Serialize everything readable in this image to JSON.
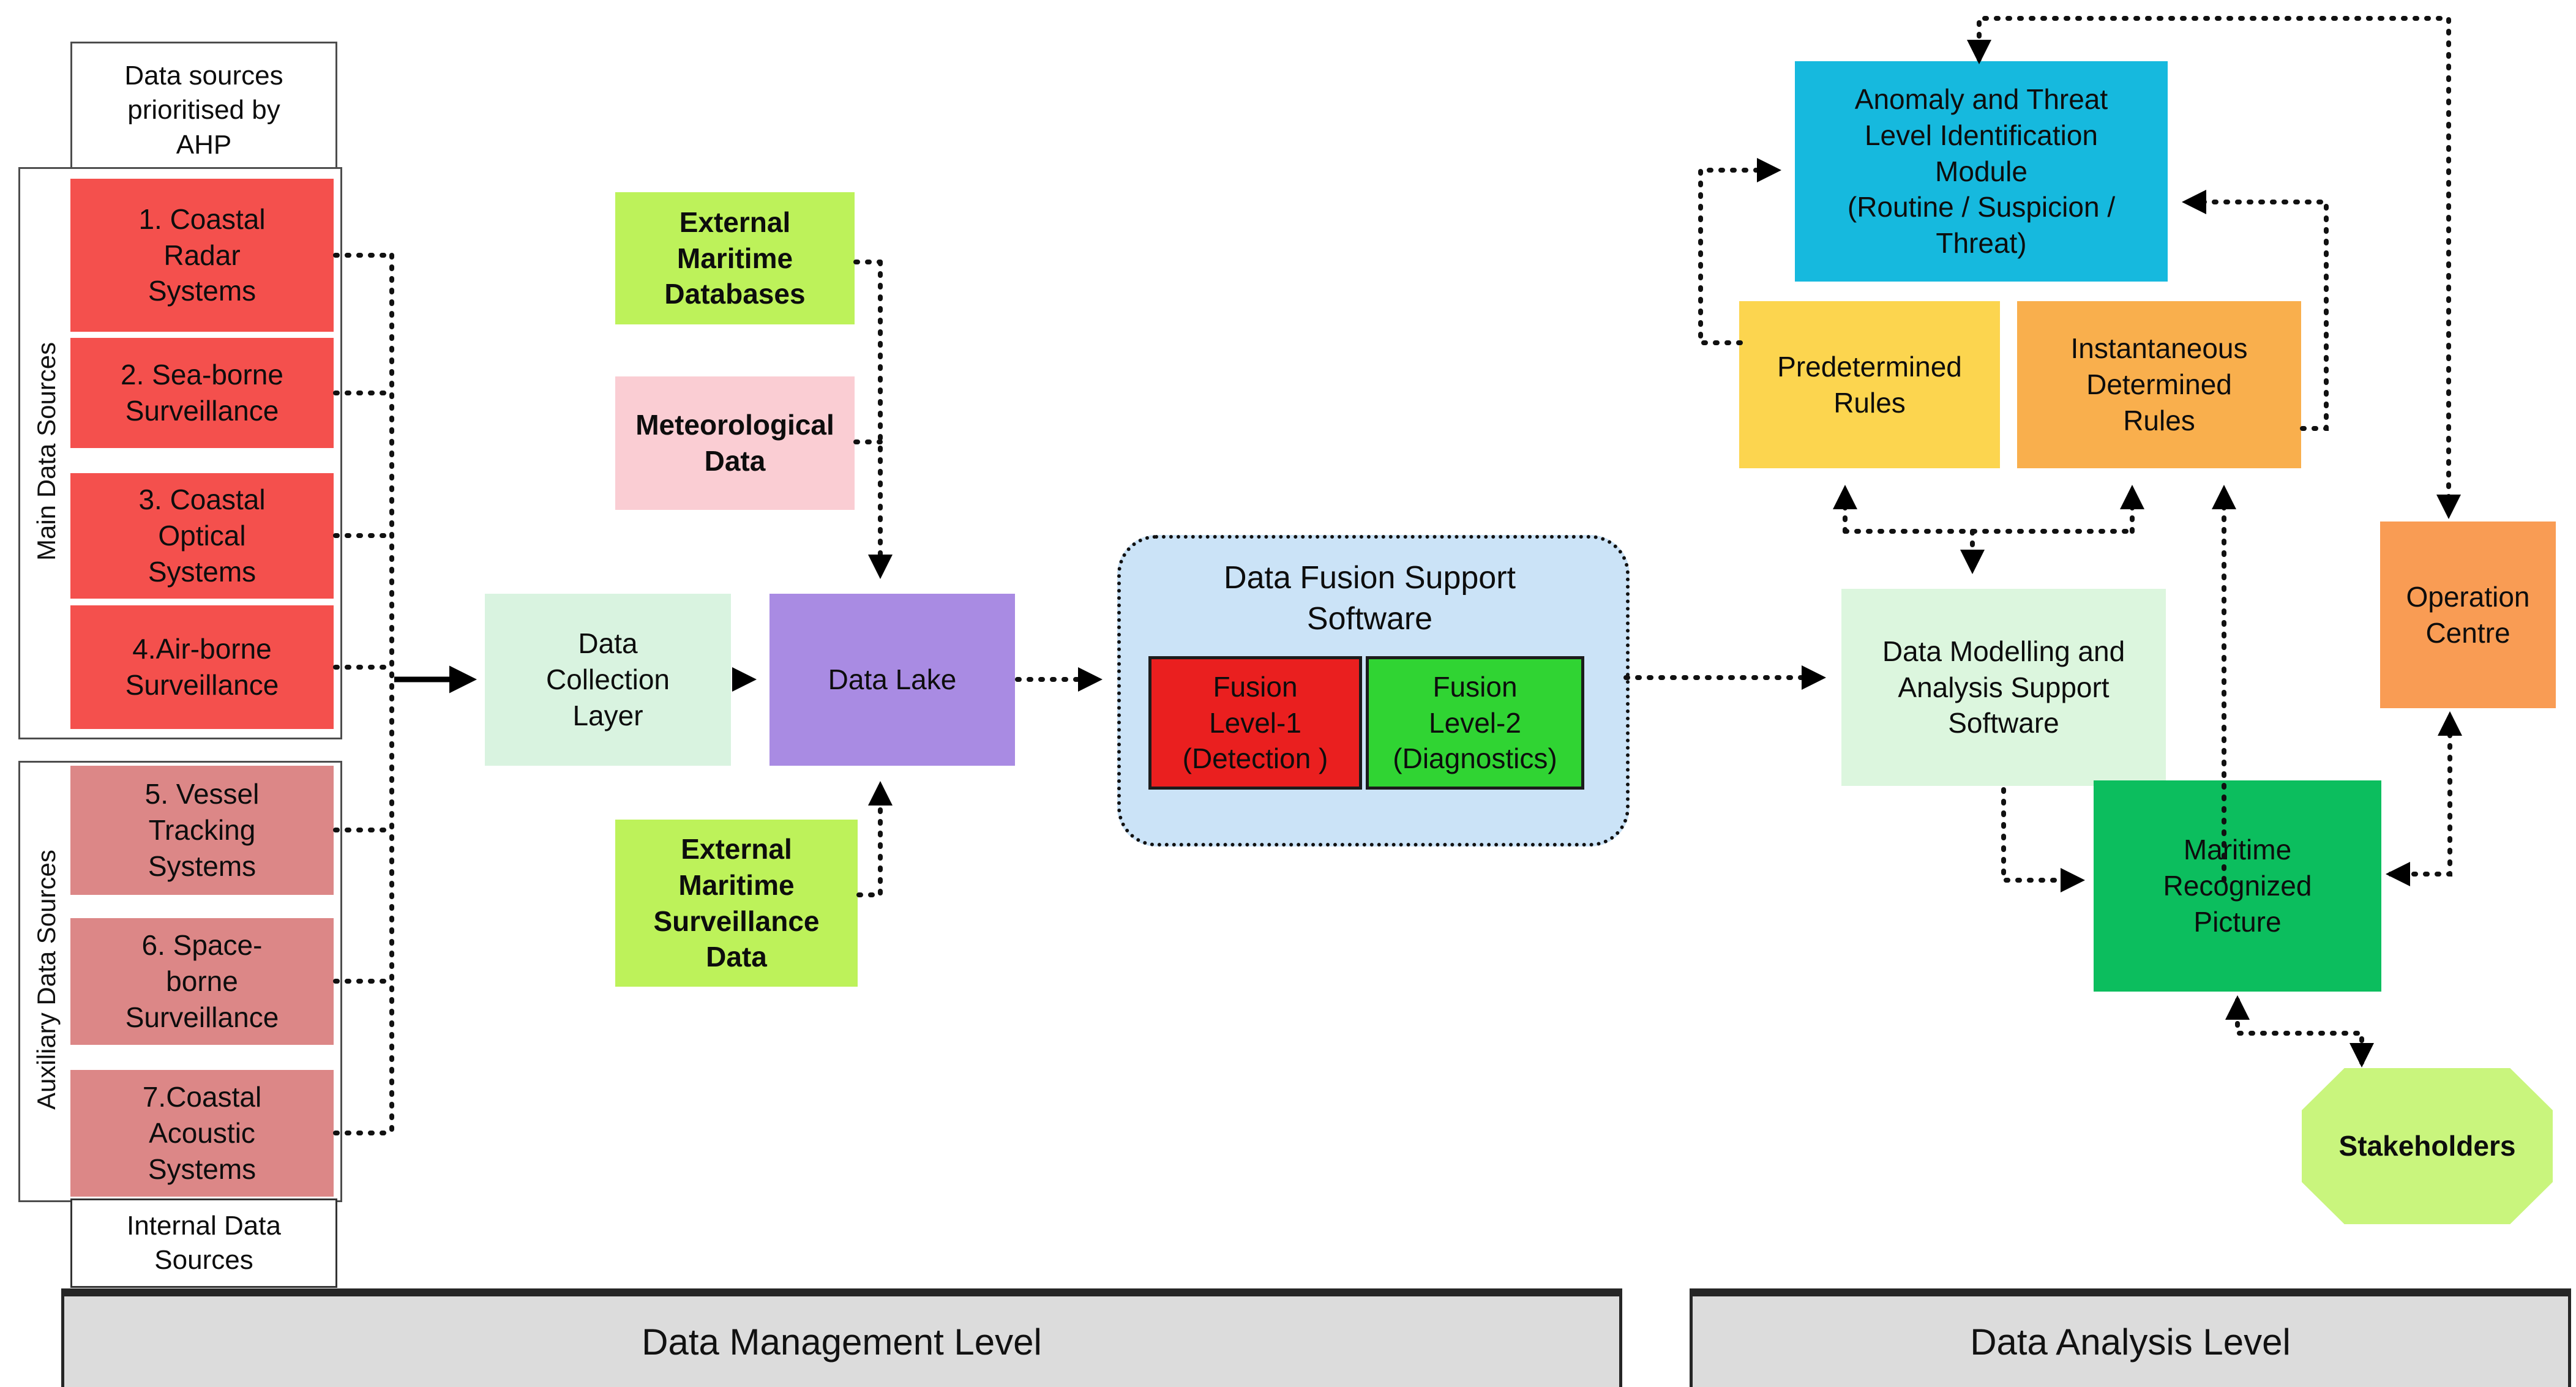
{
  "left_panel": {
    "header": "Data sources\nprioritised by\nAHP",
    "main_group_label": "Main Data Sources",
    "auxiliary_group_label": "Auxiliary Data Sources",
    "main_sources": [
      {
        "label": "1. Coastal\nRadar\nSystems"
      },
      {
        "label": "2. Sea-borne\nSurveillance"
      },
      {
        "label": "3. Coastal\nOptical\nSystems"
      },
      {
        "label": "4.Air-borne\nSurveillance"
      }
    ],
    "auxiliary_sources": [
      {
        "label": "5. Vessel\nTracking\nSystems"
      },
      {
        "label": "6. Space-\nborne\nSurveillance"
      },
      {
        "label": "7.Coastal\nAcoustic\nSystems"
      }
    ],
    "footer": "Internal Data\nSources"
  },
  "management_level": {
    "external_maritime_databases": "External\nMaritime\nDatabases",
    "meteorological_data": "Meteorological\nData",
    "external_maritime_surveillance_data": "External\nMaritime\nSurveillance\nData",
    "data_collection_layer": "Data\nCollection\nLayer",
    "data_lake": "Data Lake",
    "data_fusion": {
      "title": "Data Fusion Support\nSoftware",
      "level1": "Fusion\nLevel-1\n(Detection )",
      "level2": "Fusion\nLevel-2\n(Diagnostics)"
    }
  },
  "analysis_level": {
    "anomaly_module": "Anomaly and Threat\nLevel Identification\nModule\n(Routine / Suspicion /\nThreat)",
    "predetermined_rules": "Predetermined\nRules",
    "instantaneous_rules": "Instantaneous\nDetermined\nRules",
    "data_modelling": "Data Modelling and\nAnalysis Support\nSoftware",
    "operation_centre": "Operation\nCentre",
    "maritime_recognized_picture": "Maritime\nRecognized\nPicture",
    "stakeholders": "Stakeholders"
  },
  "banners": {
    "management": "Data Management Level",
    "analysis": "Data Analysis Level"
  },
  "colors": {
    "main_source_red": "#F4504D",
    "auxiliary_source_rose": "#DC8787",
    "external_db_green": "#BDF25A",
    "meteorological_pink": "#FACDD3",
    "collection_mint": "#D9F3E0",
    "data_lake_purple": "#A98BE3",
    "fusion_shell_blue": "#CBE3F7",
    "fusion_level1_red": "#EA1F1F",
    "fusion_level2_green": "#30D433",
    "anomaly_cyan": "#16B9DE",
    "predetermined_yellow": "#FCD54F",
    "instantaneous_orange": "#F9AF4D",
    "modelling_mint": "#DCF6DE",
    "operation_orange": "#F99C54",
    "recognized_green": "#0CBE5E",
    "stakeholders_green": "#C9F57D",
    "banner_gray": "#DCDCDC"
  }
}
